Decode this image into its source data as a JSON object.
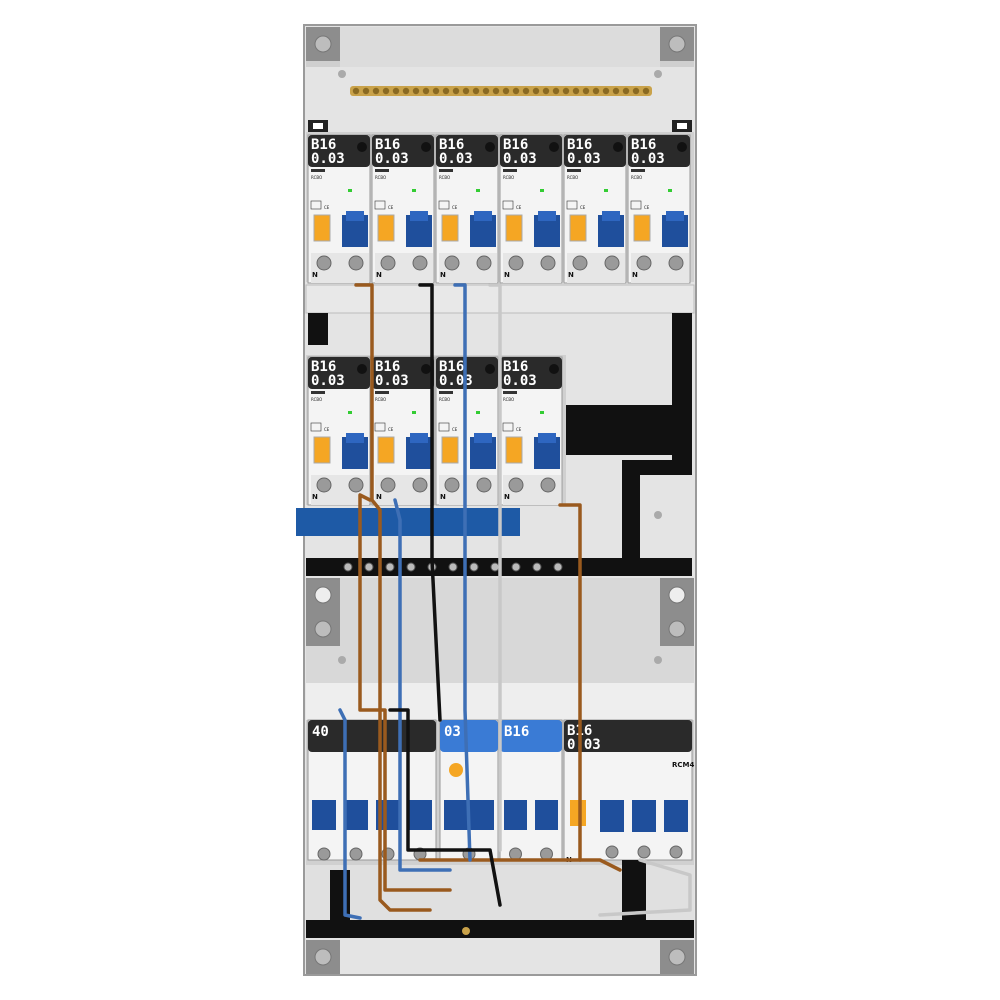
{
  "colors": {
    "enclosure": "#d6d6d6",
    "rail": "#1a1a1a",
    "phase_brown": "#9a5a1e",
    "neutral_blue": "#3e6fb5",
    "earth_black": "#111111",
    "grey_wire": "#c8c8c8",
    "busbar_blue": "#1e5aa6",
    "toggle_blue": "#1f4f9c",
    "indicator_orange": "#f5a623",
    "brass": "#c9a24a"
  },
  "row1": {
    "devices": [
      {
        "rating": "B16",
        "sensitivity": "0.03",
        "label": "RCBO"
      },
      {
        "rating": "B16",
        "sensitivity": "0.03",
        "label": "RCBO"
      },
      {
        "rating": "B16",
        "sensitivity": "0.03",
        "label": "RCBO"
      },
      {
        "rating": "B16",
        "sensitivity": "0.03",
        "label": "RCBO"
      },
      {
        "rating": "B16",
        "sensitivity": "0.03",
        "label": "RCBO"
      },
      {
        "rating": "B16",
        "sensitivity": "0.03",
        "label": "RCBO"
      }
    ]
  },
  "row2": {
    "devices": [
      {
        "rating": "B16",
        "sensitivity": "0.03",
        "label": "RCBO"
      },
      {
        "rating": "B16",
        "sensitivity": "0.03",
        "label": "RCBO"
      },
      {
        "rating": "B16",
        "sensitivity": "0.03",
        "label": "RCBO"
      },
      {
        "rating": "B16",
        "sensitivity": "0.03",
        "label": "RCBO"
      }
    ]
  },
  "row3": {
    "main_switch": {
      "rating": "40"
    },
    "spd": {
      "label": "03"
    },
    "mcb": {
      "rating": "B16"
    },
    "rcbo": {
      "rating": "B16",
      "sensitivity": "0.03"
    },
    "rcm": {
      "label": "RCM4"
    }
  },
  "terminal_label": "N",
  "icon": "sep-logo-icon"
}
